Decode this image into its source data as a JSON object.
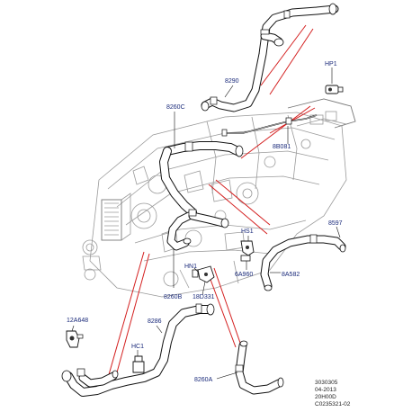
{
  "labels": {
    "p8290": "8290",
    "hp1": "HP1",
    "p8260c": "8260C",
    "p8b081": "8B081",
    "p8597": "8597",
    "hs1": "HS1",
    "p6a960": "6A960",
    "p8a582": "8A582",
    "hn1": "HN1",
    "p8260b": "8260B",
    "p18d331": "18D331",
    "p12a648": "12A648",
    "p8286": "8286",
    "hc1": "HC1",
    "p8260a": "8260A"
  },
  "footer": {
    "line1": "3030305",
    "line2": "04-2013",
    "line3": "20H00D",
    "line4": "C0235321-02"
  },
  "colors": {
    "label_text": "#1a2a7a",
    "callout_lines": "#d42020",
    "hose_outline": "#111111",
    "engine_lines": "#9a9a9a"
  }
}
